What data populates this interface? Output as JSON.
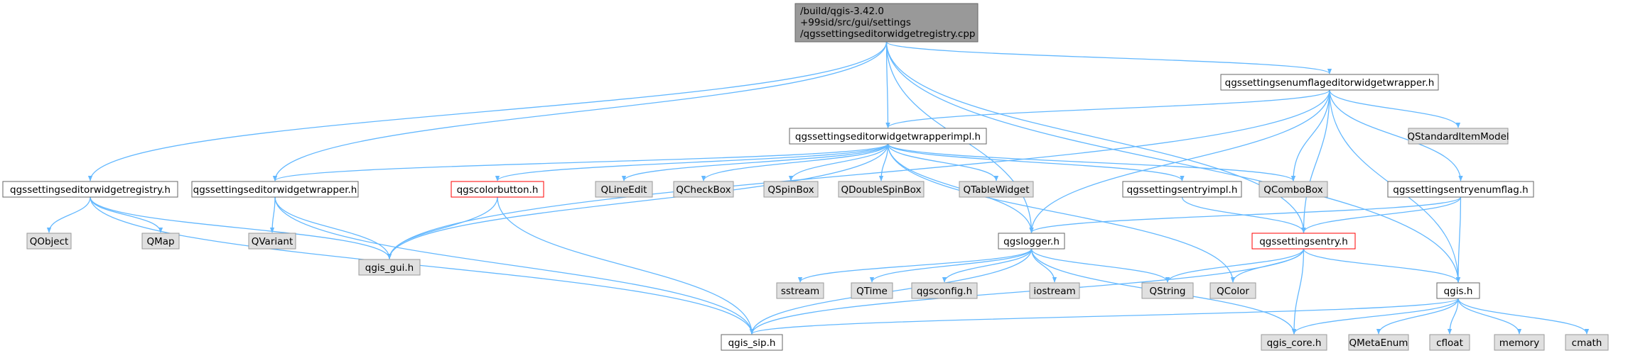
{
  "diagram": {
    "nodes": [
      {
        "id": "root",
        "lines": [
          "/build/qgis-3.42.0",
          "+99sid/src/gui/settings",
          "/qgssettingseditorwidgetregistry.cpp"
        ],
        "style": "root",
        "clickable": false
      },
      {
        "id": "registry_h",
        "lines": [
          "qgssettingseditorwidgetregistry.h"
        ],
        "style": "doc",
        "clickable": true
      },
      {
        "id": "wrapper_h",
        "lines": [
          "qgssettingseditorwidgetwrapper.h"
        ],
        "style": "doc",
        "clickable": true
      },
      {
        "id": "wrapperimpl_h",
        "lines": [
          "qgssettingseditorwidgetwrapperimpl.h"
        ],
        "style": "doc",
        "clickable": true
      },
      {
        "id": "enumflag_wrapper_h",
        "lines": [
          "qgssettingsenumflageditorwidgetwrapper.h"
        ],
        "style": "doc",
        "clickable": true
      },
      {
        "id": "qstandarditemmodel",
        "lines": [
          "QStandardItemModel"
        ],
        "style": "ext",
        "clickable": false
      },
      {
        "id": "qobject",
        "lines": [
          "QObject"
        ],
        "style": "ext",
        "clickable": false
      },
      {
        "id": "qmap",
        "lines": [
          "QMap"
        ],
        "style": "ext",
        "clickable": false
      },
      {
        "id": "qvariant",
        "lines": [
          "QVariant"
        ],
        "style": "ext",
        "clickable": false
      },
      {
        "id": "qgis_gui_h",
        "lines": [
          "qgis_gui.h"
        ],
        "style": "ext",
        "clickable": false
      },
      {
        "id": "qgscolorbutton_h",
        "lines": [
          "qgscolorbutton.h"
        ],
        "style": "trunc",
        "clickable": true
      },
      {
        "id": "qlineedit",
        "lines": [
          "QLineEdit"
        ],
        "style": "ext",
        "clickable": false
      },
      {
        "id": "qcheckbox",
        "lines": [
          "QCheckBox"
        ],
        "style": "ext",
        "clickable": false
      },
      {
        "id": "qspinbox",
        "lines": [
          "QSpinBox"
        ],
        "style": "ext",
        "clickable": false
      },
      {
        "id": "qdoublespinbox",
        "lines": [
          "QDoubleSpinBox"
        ],
        "style": "ext",
        "clickable": false
      },
      {
        "id": "qtablewidget",
        "lines": [
          "QTableWidget"
        ],
        "style": "ext",
        "clickable": false
      },
      {
        "id": "entryimpl_h",
        "lines": [
          "qgssettingsentryimpl.h"
        ],
        "style": "doc",
        "clickable": true
      },
      {
        "id": "qcombobox",
        "lines": [
          "QComboBox"
        ],
        "style": "ext",
        "clickable": false
      },
      {
        "id": "entryenumflag_h",
        "lines": [
          "qgssettingsentryenumflag.h"
        ],
        "style": "doc",
        "clickable": true
      },
      {
        "id": "qgslogger_h",
        "lines": [
          "qgslogger.h"
        ],
        "style": "doc",
        "clickable": true
      },
      {
        "id": "entry_h",
        "lines": [
          "qgssettingsentry.h"
        ],
        "style": "trunc",
        "clickable": true
      },
      {
        "id": "sstream",
        "lines": [
          "sstream"
        ],
        "style": "ext",
        "clickable": false
      },
      {
        "id": "qtime",
        "lines": [
          "QTime"
        ],
        "style": "ext",
        "clickable": false
      },
      {
        "id": "qgsconfig_h",
        "lines": [
          "qgsconfig.h"
        ],
        "style": "ext",
        "clickable": false
      },
      {
        "id": "iostream",
        "lines": [
          "iostream"
        ],
        "style": "ext",
        "clickable": false
      },
      {
        "id": "qstring",
        "lines": [
          "QString"
        ],
        "style": "ext",
        "clickable": false
      },
      {
        "id": "qcolor",
        "lines": [
          "QColor"
        ],
        "style": "ext",
        "clickable": false
      },
      {
        "id": "qgis_h",
        "lines": [
          "qgis.h"
        ],
        "style": "doc",
        "clickable": true
      },
      {
        "id": "qgis_sip_h",
        "lines": [
          "qgis_sip.h"
        ],
        "style": "doc",
        "clickable": true
      },
      {
        "id": "qgis_core_h",
        "lines": [
          "qgis_core.h"
        ],
        "style": "ext",
        "clickable": false
      },
      {
        "id": "qmetaenum",
        "lines": [
          "QMetaEnum"
        ],
        "style": "ext",
        "clickable": false
      },
      {
        "id": "cfloat",
        "lines": [
          "cfloat"
        ],
        "style": "ext",
        "clickable": false
      },
      {
        "id": "memory",
        "lines": [
          "memory"
        ],
        "style": "ext",
        "clickable": false
      },
      {
        "id": "cmath",
        "lines": [
          "cmath"
        ],
        "style": "ext",
        "clickable": false
      }
    ],
    "edges": [
      {
        "from": "root",
        "to": "registry_h"
      },
      {
        "from": "root",
        "to": "wrapper_h"
      },
      {
        "from": "root",
        "to": "wrapperimpl_h"
      },
      {
        "from": "root",
        "to": "enumflag_wrapper_h"
      },
      {
        "from": "root",
        "to": "qgslogger_h"
      },
      {
        "from": "root",
        "to": "entry_h"
      },
      {
        "from": "root",
        "to": "qgis_h"
      },
      {
        "from": "registry_h",
        "to": "qobject"
      },
      {
        "from": "registry_h",
        "to": "qmap"
      },
      {
        "from": "registry_h",
        "to": "qgis_gui_h"
      },
      {
        "from": "registry_h",
        "to": "qgis_sip_h"
      },
      {
        "from": "wrapper_h",
        "to": "qvariant"
      },
      {
        "from": "wrapper_h",
        "to": "qgis_gui_h"
      },
      {
        "from": "wrapper_h",
        "to": "qgis_sip_h"
      },
      {
        "from": "wrapperimpl_h",
        "to": "wrapper_h"
      },
      {
        "from": "wrapperimpl_h",
        "to": "qgis_gui_h"
      },
      {
        "from": "wrapperimpl_h",
        "to": "qgscolorbutton_h"
      },
      {
        "from": "wrapperimpl_h",
        "to": "qlineedit"
      },
      {
        "from": "wrapperimpl_h",
        "to": "qcheckbox"
      },
      {
        "from": "wrapperimpl_h",
        "to": "qspinbox"
      },
      {
        "from": "wrapperimpl_h",
        "to": "qdoublespinbox"
      },
      {
        "from": "wrapperimpl_h",
        "to": "qtablewidget"
      },
      {
        "from": "wrapperimpl_h",
        "to": "entryimpl_h"
      },
      {
        "from": "wrapperimpl_h",
        "to": "qcombobox"
      },
      {
        "from": "wrapperimpl_h",
        "to": "qgslogger_h"
      },
      {
        "from": "wrapperimpl_h",
        "to": "qcolor"
      },
      {
        "from": "enumflag_wrapper_h",
        "to": "wrapperimpl_h"
      },
      {
        "from": "enumflag_wrapper_h",
        "to": "qgis_gui_h"
      },
      {
        "from": "enumflag_wrapper_h",
        "to": "qstandarditemmodel"
      },
      {
        "from": "enumflag_wrapper_h",
        "to": "qcombobox"
      },
      {
        "from": "enumflag_wrapper_h",
        "to": "entryenumflag_h"
      },
      {
        "from": "enumflag_wrapper_h",
        "to": "qgslogger_h"
      },
      {
        "from": "enumflag_wrapper_h",
        "to": "entry_h"
      },
      {
        "from": "enumflag_wrapper_h",
        "to": "qgis_h"
      },
      {
        "from": "qgscolorbutton_h",
        "to": "qgis_gui_h"
      },
      {
        "from": "qgscolorbutton_h",
        "to": "qgis_sip_h"
      },
      {
        "from": "entryimpl_h",
        "to": "entry_h"
      },
      {
        "from": "entryenumflag_h",
        "to": "qgslogger_h"
      },
      {
        "from": "entryenumflag_h",
        "to": "entry_h"
      },
      {
        "from": "entryenumflag_h",
        "to": "qgis_h"
      },
      {
        "from": "qgslogger_h",
        "to": "sstream"
      },
      {
        "from": "qgslogger_h",
        "to": "qtime"
      },
      {
        "from": "qgslogger_h",
        "to": "qgsconfig_h"
      },
      {
        "from": "qgslogger_h",
        "to": "iostream"
      },
      {
        "from": "qgslogger_h",
        "to": "qstring"
      },
      {
        "from": "qgslogger_h",
        "to": "qgis_sip_h"
      },
      {
        "from": "qgslogger_h",
        "to": "qgis_core_h"
      },
      {
        "from": "entry_h",
        "to": "qstring"
      },
      {
        "from": "entry_h",
        "to": "qcolor"
      },
      {
        "from": "entry_h",
        "to": "qgis_h"
      },
      {
        "from": "entry_h",
        "to": "qgis_sip_h"
      },
      {
        "from": "entry_h",
        "to": "qgis_core_h"
      },
      {
        "from": "qgis_h",
        "to": "qgis_sip_h"
      },
      {
        "from": "qgis_h",
        "to": "qgis_core_h"
      },
      {
        "from": "qgis_h",
        "to": "qmetaenum"
      },
      {
        "from": "qgis_h",
        "to": "cfloat"
      },
      {
        "from": "qgis_h",
        "to": "memory"
      },
      {
        "from": "qgis_h",
        "to": "cmath"
      }
    ]
  },
  "colors": {
    "edge": "#63b8ff",
    "root_fill": "#999999",
    "ext_fill": "#e0e0e0",
    "ext_stroke": "#999999",
    "doc_fill": "#ffffff",
    "doc_stroke": "#666666",
    "trunc_stroke": "#ff0000",
    "text": "#000000"
  }
}
